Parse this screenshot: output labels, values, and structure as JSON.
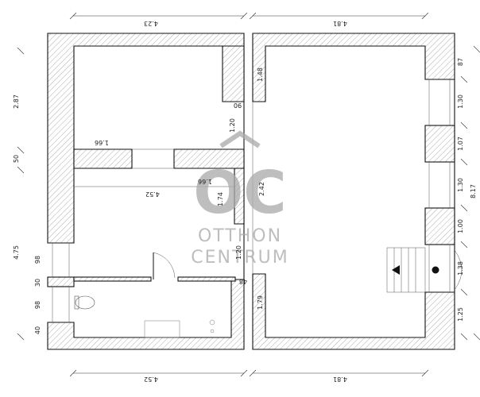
{
  "dimensions": {
    "top_left": "4.23",
    "top_right": "4.81",
    "bottom_left": "4.52",
    "bottom_right": "4.81",
    "left_a": "2.87",
    "left_b": "50",
    "left_c": "4.75",
    "left_d": "98",
    "left_e": "30",
    "left_f": "98",
    "left_g": "40",
    "right_a": "87",
    "right_b": "1.30",
    "right_c": "1.07",
    "right_d": "1.30",
    "right_e": "1.00",
    "right_f": "1.38",
    "right_g": "1.25",
    "right_total": "8.17",
    "inner_148": "1.48",
    "inner_90": "90",
    "inner_120a": "1.20",
    "inner_166a": "1.66",
    "inner_166b": "1.66",
    "inner_452": "4.52",
    "inner_174": "1.74",
    "inner_242": "2.42",
    "inner_120b": "1.20",
    "inner_48": "48",
    "inner_179": "1.79"
  },
  "watermark": {
    "logo": "OC",
    "line1": "OTTHON",
    "line2": "CENTRUM"
  }
}
